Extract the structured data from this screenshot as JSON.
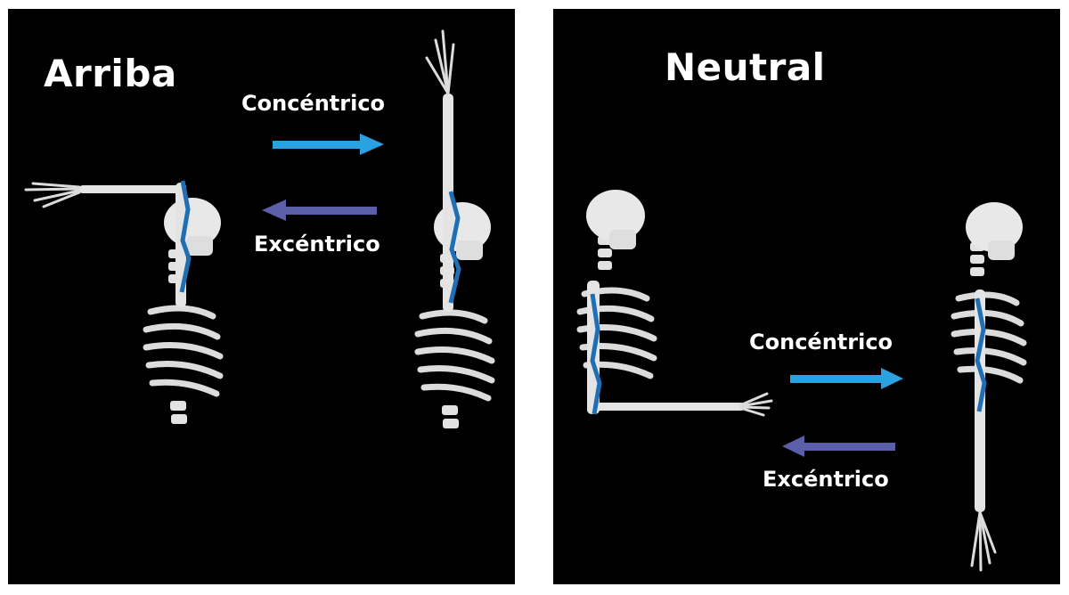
{
  "panels": [
    {
      "title": "Arriba",
      "concentric_label": "Concéntrico",
      "eccentric_label": "Excéntrico"
    },
    {
      "title": "Neutral",
      "concentric_label": "Concéntrico",
      "eccentric_label": "Excéntrico"
    }
  ],
  "colors": {
    "background": "#000000",
    "bone": "#e6e6e6",
    "muscle": "#1f6fb5",
    "concentric_arrow": "#2aa1e0",
    "eccentric_arrow": "#5b5ea8"
  }
}
